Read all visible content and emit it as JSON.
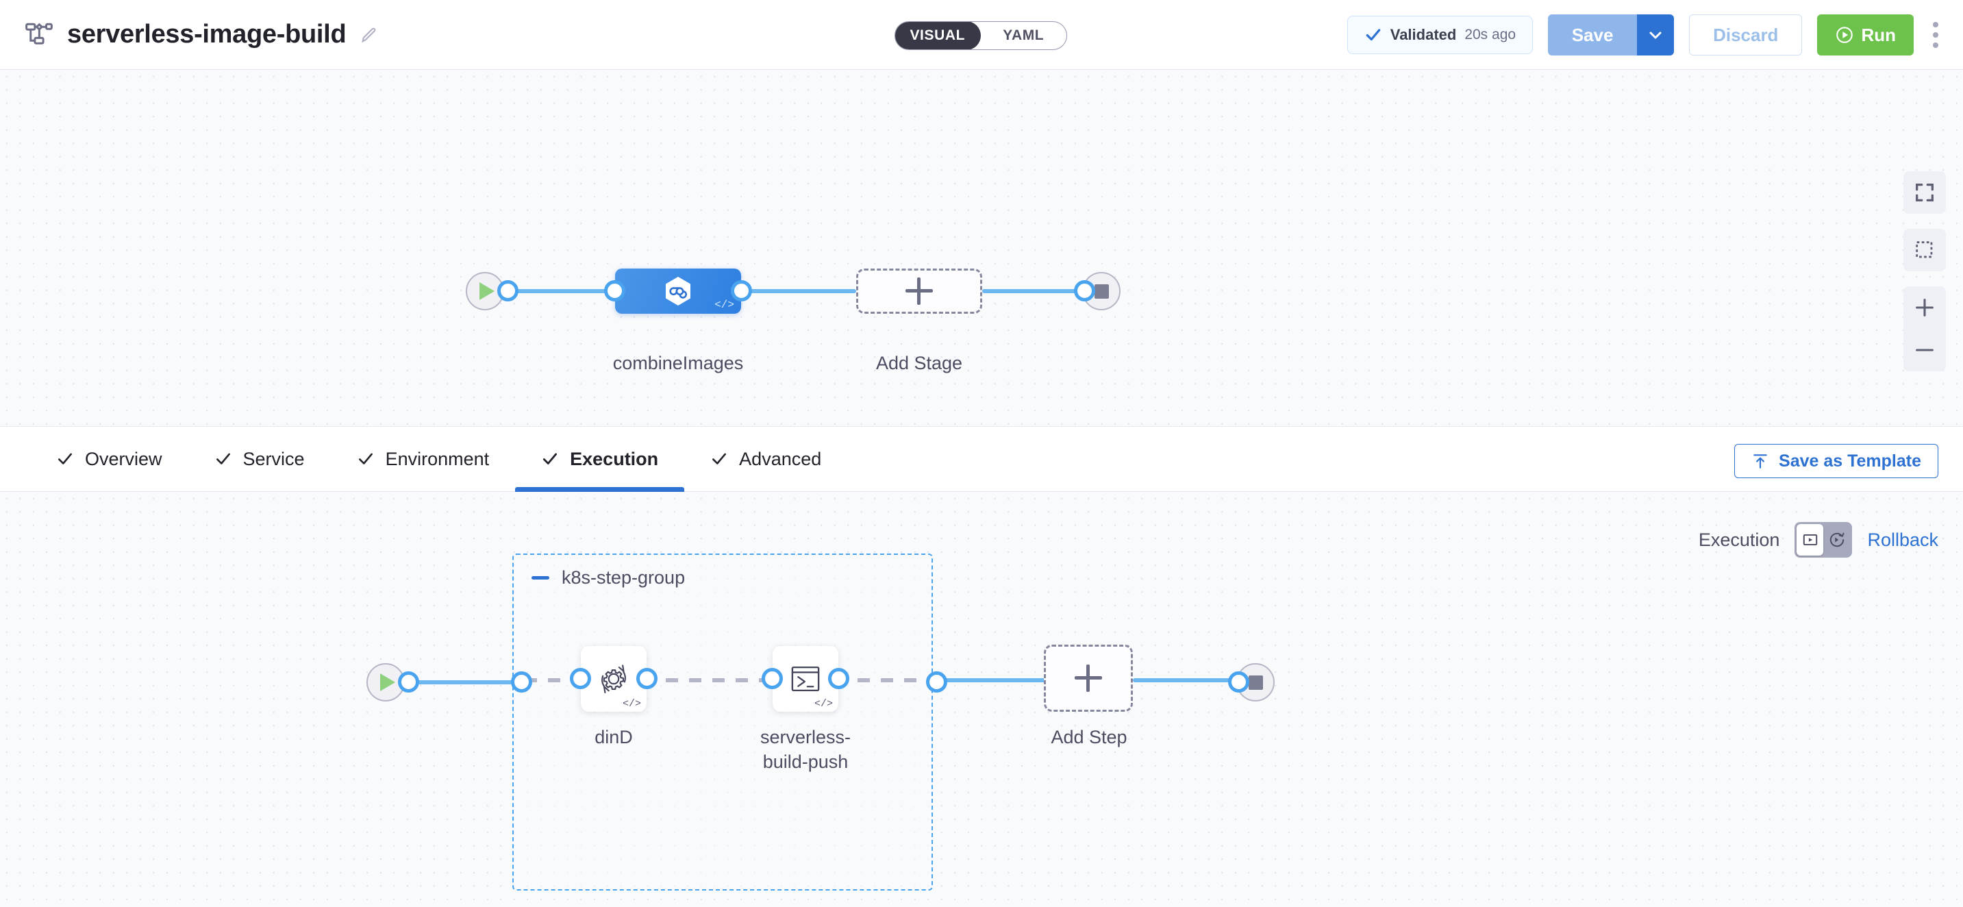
{
  "header": {
    "pipeline_icon": "pipeline-flow-icon",
    "title": "serverless-image-build",
    "edit_icon": "pencil-icon",
    "mode_toggle": {
      "options": [
        "VISUAL",
        "YAML"
      ],
      "selected": "VISUAL"
    },
    "validated": {
      "icon": "check-icon",
      "label": "Validated",
      "time": "20s ago"
    },
    "save": {
      "label": "Save",
      "caret_icon": "chevron-down-icon"
    },
    "discard": {
      "label": "Discard"
    },
    "run": {
      "label": "Run",
      "icon": "play-circle-icon"
    },
    "more_icon": "kebab-menu-icon"
  },
  "canvas_controls": [
    {
      "name": "fit-to-screen",
      "icon": "expand-corners-icon"
    },
    {
      "name": "selection-box",
      "icon": "dashed-square-icon"
    },
    {
      "name": "zoom-in",
      "icon": "plus-icon"
    },
    {
      "name": "zoom-out",
      "icon": "minus-icon"
    }
  ],
  "stage_graph": {
    "start_node": {
      "icon": "play-icon"
    },
    "end_node": {
      "icon": "stop-icon"
    },
    "stages": [
      {
        "name": "combineImages",
        "label": "combineImages",
        "icon": "harness-ci-hexagon-icon",
        "code_badge": "</>",
        "selected": true
      }
    ],
    "add_stage": {
      "label": "Add Stage",
      "icon": "plus-icon"
    }
  },
  "tabs": {
    "items": [
      {
        "label": "Overview",
        "icon": "check-icon",
        "active": false
      },
      {
        "label": "Service",
        "icon": "check-icon",
        "active": false
      },
      {
        "label": "Environment",
        "icon": "check-icon",
        "active": false
      },
      {
        "label": "Execution",
        "icon": "check-icon",
        "active": true
      },
      {
        "label": "Advanced",
        "icon": "check-icon",
        "active": false
      }
    ],
    "save_as_template": {
      "label": "Save as Template",
      "icon": "template-upload-icon"
    }
  },
  "execution_toolbar": {
    "execution_label": "Execution",
    "rollback_label": "Rollback",
    "toggle": {
      "execution_icon": "execution-play-box-icon",
      "rollback_icon": "rollback-clock-icon",
      "selected": "execution"
    }
  },
  "step_graph": {
    "start_node": {
      "icon": "play-icon"
    },
    "end_node": {
      "icon": "stop-icon"
    },
    "group": {
      "title": "k8s-step-group",
      "collapse_icon": "minus-icon",
      "steps": [
        {
          "label": "dinD",
          "icon": "gear-rotate-icon",
          "code_badge": "</>"
        },
        {
          "label": "serverless-build-push",
          "label_line1": "serverless-",
          "label_line2": "build-push",
          "icon": "terminal-icon",
          "code_badge": "</>"
        }
      ]
    },
    "add_step": {
      "label": "Add Step",
      "icon": "plus-icon"
    }
  },
  "colors": {
    "accent_blue": "#2d72d2",
    "edge_blue": "#6cb7ef",
    "run_green": "#6cc24a",
    "canvas_bg": "#f9fafc",
    "group_border": "#49a3ee"
  }
}
